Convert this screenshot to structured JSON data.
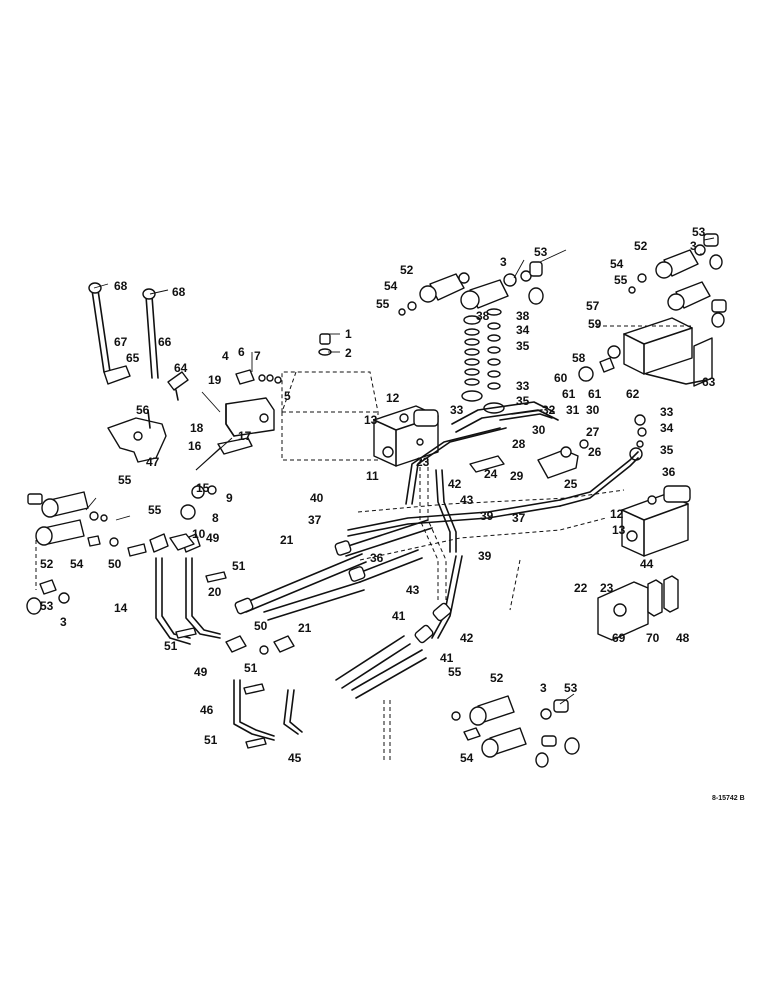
{
  "drawing": {
    "reference_number": "8-15742 B",
    "callouts": [
      {
        "text": "1"
      },
      {
        "text": "2"
      },
      {
        "text": "3"
      },
      {
        "text": "3"
      },
      {
        "text": "3"
      },
      {
        "text": "3"
      },
      {
        "text": "3"
      },
      {
        "text": "4"
      },
      {
        "text": "5"
      },
      {
        "text": "6"
      },
      {
        "text": "7"
      },
      {
        "text": "8"
      },
      {
        "text": "9"
      },
      {
        "text": "10"
      },
      {
        "text": "11"
      },
      {
        "text": "12"
      },
      {
        "text": "12"
      },
      {
        "text": "13"
      },
      {
        "text": "13"
      },
      {
        "text": "14"
      },
      {
        "text": "15"
      },
      {
        "text": "16"
      },
      {
        "text": "17"
      },
      {
        "text": "18"
      },
      {
        "text": "19"
      },
      {
        "text": "20"
      },
      {
        "text": "21"
      },
      {
        "text": "21"
      },
      {
        "text": "22"
      },
      {
        "text": "23"
      },
      {
        "text": "23"
      },
      {
        "text": "24"
      },
      {
        "text": "25"
      },
      {
        "text": "26"
      },
      {
        "text": "27"
      },
      {
        "text": "28"
      },
      {
        "text": "29"
      },
      {
        "text": "30"
      },
      {
        "text": "30"
      },
      {
        "text": "31"
      },
      {
        "text": "32"
      },
      {
        "text": "33"
      },
      {
        "text": "33"
      },
      {
        "text": "33"
      },
      {
        "text": "34"
      },
      {
        "text": "34"
      },
      {
        "text": "35"
      },
      {
        "text": "35"
      },
      {
        "text": "35"
      },
      {
        "text": "36"
      },
      {
        "text": "36"
      },
      {
        "text": "37"
      },
      {
        "text": "37"
      },
      {
        "text": "38"
      },
      {
        "text": "38"
      },
      {
        "text": "39"
      },
      {
        "text": "39"
      },
      {
        "text": "40"
      },
      {
        "text": "41"
      },
      {
        "text": "41"
      },
      {
        "text": "42"
      },
      {
        "text": "42"
      },
      {
        "text": "43"
      },
      {
        "text": "43"
      },
      {
        "text": "44"
      },
      {
        "text": "45"
      },
      {
        "text": "46"
      },
      {
        "text": "47"
      },
      {
        "text": "48"
      },
      {
        "text": "49"
      },
      {
        "text": "49"
      },
      {
        "text": "50"
      },
      {
        "text": "50"
      },
      {
        "text": "51"
      },
      {
        "text": "51"
      },
      {
        "text": "51"
      },
      {
        "text": "51"
      },
      {
        "text": "52"
      },
      {
        "text": "52"
      },
      {
        "text": "52"
      },
      {
        "text": "52"
      },
      {
        "text": "53"
      },
      {
        "text": "53"
      },
      {
        "text": "53"
      },
      {
        "text": "53"
      },
      {
        "text": "54"
      },
      {
        "text": "54"
      },
      {
        "text": "54"
      },
      {
        "text": "54"
      },
      {
        "text": "55"
      },
      {
        "text": "55"
      },
      {
        "text": "55"
      },
      {
        "text": "55"
      },
      {
        "text": "55"
      },
      {
        "text": "56"
      },
      {
        "text": "57"
      },
      {
        "text": "58"
      },
      {
        "text": "59"
      },
      {
        "text": "60"
      },
      {
        "text": "61"
      },
      {
        "text": "61"
      },
      {
        "text": "62"
      },
      {
        "text": "63"
      },
      {
        "text": "64"
      },
      {
        "text": "65"
      },
      {
        "text": "66"
      },
      {
        "text": "67"
      },
      {
        "text": "68"
      },
      {
        "text": "68"
      },
      {
        "text": "69"
      },
      {
        "text": "70"
      }
    ]
  }
}
